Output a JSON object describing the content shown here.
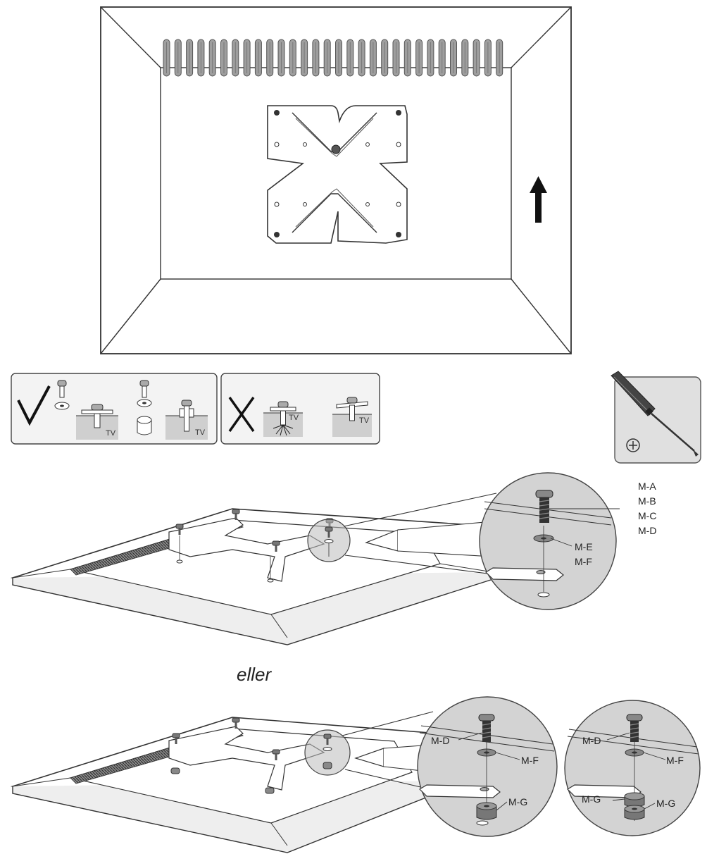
{
  "separator_text": "eller",
  "tv_label": "TV",
  "detail_top": {
    "screw_labels": [
      "M-A",
      "M-B",
      "M-C",
      "M-D"
    ],
    "washer_labels": [
      "M-E",
      "M-F"
    ]
  },
  "detail_bottom_left": {
    "labels": [
      "M-D",
      "M-F",
      "M-G"
    ]
  },
  "detail_bottom_right": {
    "labels": [
      "M-D",
      "M-F",
      "M-G",
      "M-G"
    ]
  },
  "icons": {
    "correct": "checkmark-icon",
    "incorrect": "cross-icon",
    "tool": "phillips-screwdriver-icon"
  },
  "colors": {
    "line": "#333333",
    "panel_fill": "#f3f3f3",
    "grey": "#bdbdbd",
    "dark": "#555555"
  }
}
